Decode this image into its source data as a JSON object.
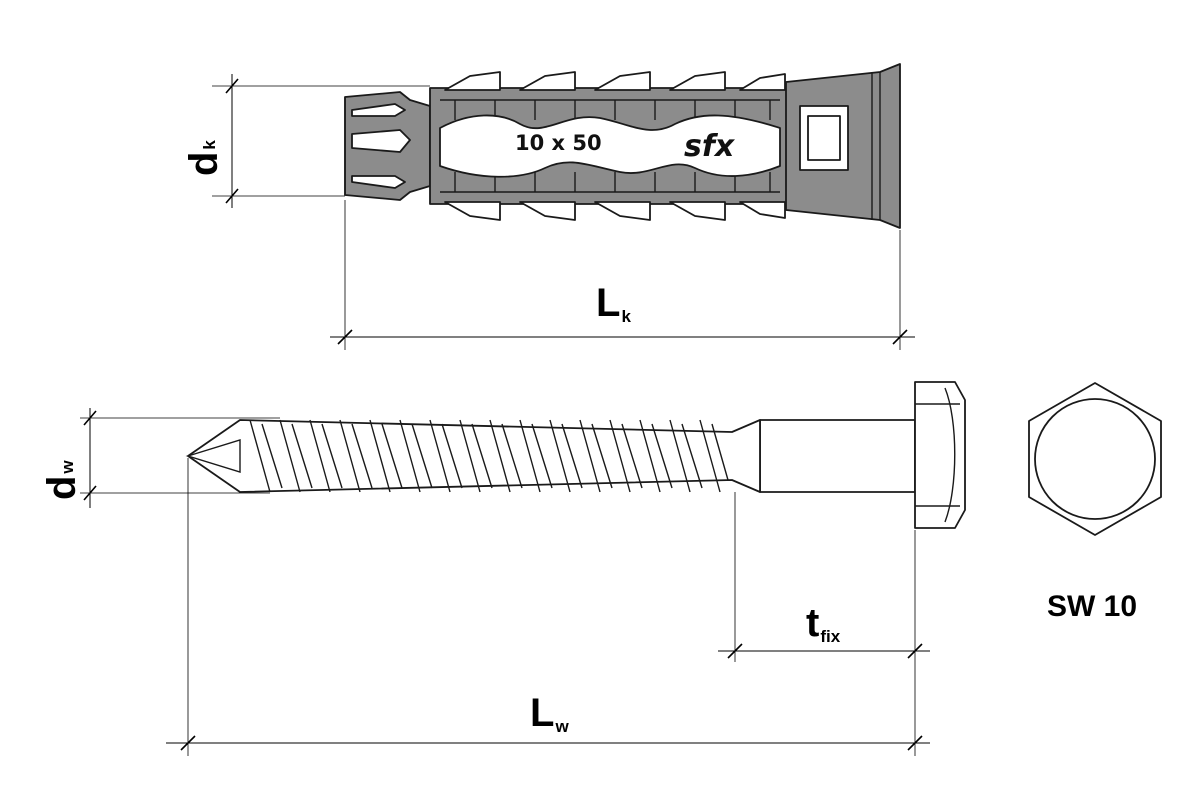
{
  "labels": {
    "dk_main": "d",
    "dk_sub": "k",
    "lk_main": "L",
    "lk_sub": "k",
    "dw_main": "d",
    "dw_sub": "w",
    "lw_main": "L",
    "lw_sub": "w",
    "tfix_main": "t",
    "tfix_sub": "fix",
    "wrench_size": "SW 10"
  },
  "plug": {
    "size_marking": "10 x 50",
    "brand": "sfx"
  },
  "colors": {
    "line": "#000000",
    "plug_fill": "#8c8c8c",
    "background": "#ffffff"
  }
}
